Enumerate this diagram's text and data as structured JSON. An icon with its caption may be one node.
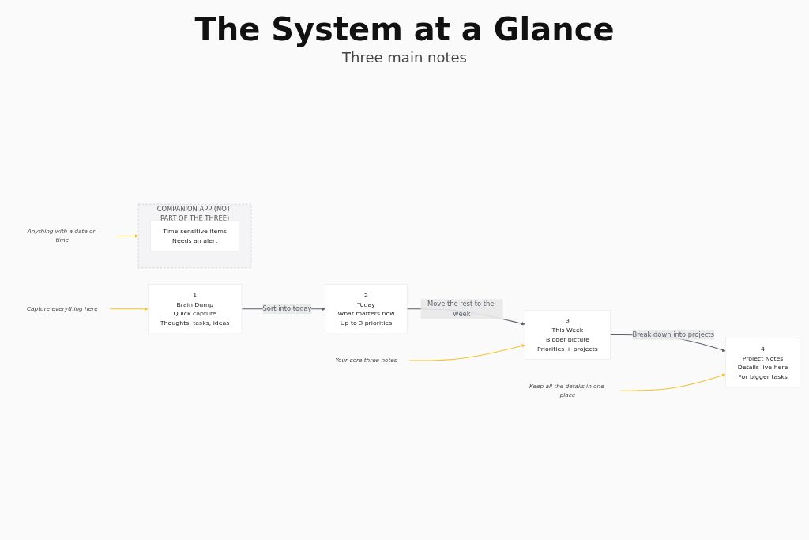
{
  "diagram": {
    "title": "The System at a Glance",
    "nodes": [
      {
        "text": [
          "Capture everything here"
        ]
      },
      {
        "text": [
          "1",
          "Brain Dump",
          "Quick capture",
          "Thoughts, tasks, ideas"
        ]
      },
      {
        "text": [
          "2",
          "Today",
          "What matters now",
          "Up to 3 priorities"
        ]
      },
      {
        "text": [
          "3",
          "This Week",
          "Bigger picture",
          "Priorities + projects"
        ]
      },
      {
        "text": [
          "Your core three notes"
        ]
      },
      {
        "text": [
          "4",
          "Project Notes",
          "Details live here",
          "For bigger tasks"
        ]
      },
      {
        "text": [
          "Keep all the details in one place"
        ]
      },
      {
        "text": [
          "COMPANION APP (NOT PART OF THE THREE)"
        ]
      },
      {
        "text": [
          "Time-sensitive items",
          "Needs an alert"
        ],
        "in": 7
      },
      {
        "text": [
          "Anything with a date or time"
        ]
      }
    ],
    "edges": [
      {
        "from": 0,
        "to": 1,
        "arrow": "to"
      },
      {
        "from": 1,
        "to": 2,
        "arrow": "to",
        "label": "Sort into today",
        "color": "#5b606b"
      },
      {
        "from": 2,
        "to": 3,
        "arrow": "to",
        "label": "Move the rest to the week",
        "color": "#5b606b"
      },
      {
        "from": 4,
        "to": 3,
        "arrow": "to"
      },
      {
        "from": 3,
        "to": 5,
        "arrow": "to",
        "label": "Break down into projects",
        "color": "#5b606b"
      },
      {
        "from": 6,
        "to": 5,
        "arrow": "to"
      },
      {
        "from": 9,
        "to": 7,
        "arrow": "to"
      }
    ],
    "labels": [
      "Three main notes"
    ]
  }
}
